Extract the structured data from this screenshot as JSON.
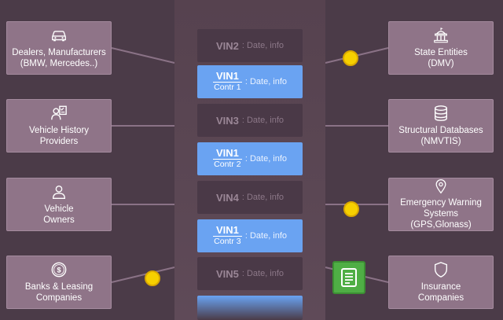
{
  "left_entities": [
    {
      "label": "Dealers, Manufacturers\n(BMW, Mercedes..)",
      "icon": "car-icon"
    },
    {
      "label": "Vehicle History\nProviders",
      "icon": "checklist-user-icon"
    },
    {
      "label": "Vehicle\nOwners",
      "icon": "person-icon"
    },
    {
      "label": "Banks & Leasing\nCompanies",
      "icon": "dollar-coin-icon"
    }
  ],
  "right_entities": [
    {
      "label": "State Entities\n(DMV)",
      "icon": "government-building-icon"
    },
    {
      "label": "Structural Databases\n(NMVTIS)",
      "icon": "database-icon"
    },
    {
      "label": "Emergency Warning\nSystems (GPS,Glonass)",
      "icon": "location-pin-icon"
    },
    {
      "label": "Insurance\nCompanies",
      "icon": "shield-icon"
    }
  ],
  "chain_blocks": [
    {
      "vin": "VIN2",
      "info": ": Date, info",
      "style": "dark"
    },
    {
      "vin": "VIN1",
      "contract": "Contr 1",
      "info": ": Date, info",
      "style": "blue"
    },
    {
      "vin": "VIN3",
      "info": ": Date, info",
      "style": "dark"
    },
    {
      "vin": "VIN1",
      "contract": "Contr 2",
      "info": ": Date, info",
      "style": "blue"
    },
    {
      "vin": "VIN4",
      "info": ": Date, info",
      "style": "dark"
    },
    {
      "vin": "VIN1",
      "contract": "Contr 3",
      "info": ": Date, info",
      "style": "blue"
    },
    {
      "vin": "VIN5",
      "info": ": Date, info",
      "style": "dark"
    }
  ],
  "markers": {
    "coins": [
      "coin-icon",
      "coin-icon",
      "coin-icon",
      "coin-icon"
    ],
    "document": "document-icon"
  },
  "colors": {
    "background": "#4b3b48",
    "entity_box": "#8f7488",
    "contract_block": "#6aa3f2",
    "record_block": "#4a3947",
    "coin": "#f6d000",
    "document": "#4fae45"
  }
}
